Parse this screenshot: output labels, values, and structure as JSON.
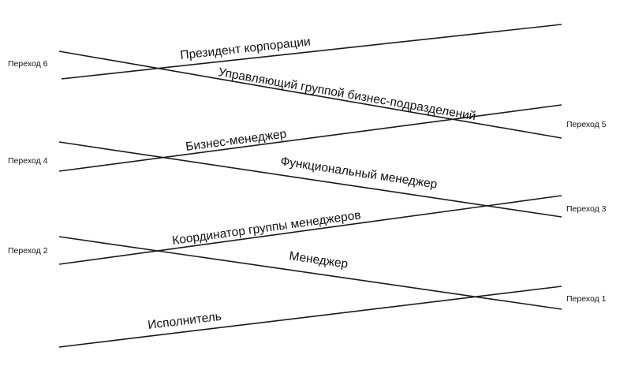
{
  "title": "Career transitions diagram",
  "roles": [
    "Исполнитель",
    "Менеджер",
    "Координатор группы менеджеров",
    "Функциональный менеджер",
    "Бизнес-менеджер",
    "Управляющий группой бизнес-подразделений",
    "Президент корпорации"
  ],
  "transitions": [
    "Переход 1",
    "Переход 2",
    "Переход 3",
    "Переход 4",
    "Переход 5",
    "Переход 6"
  ]
}
